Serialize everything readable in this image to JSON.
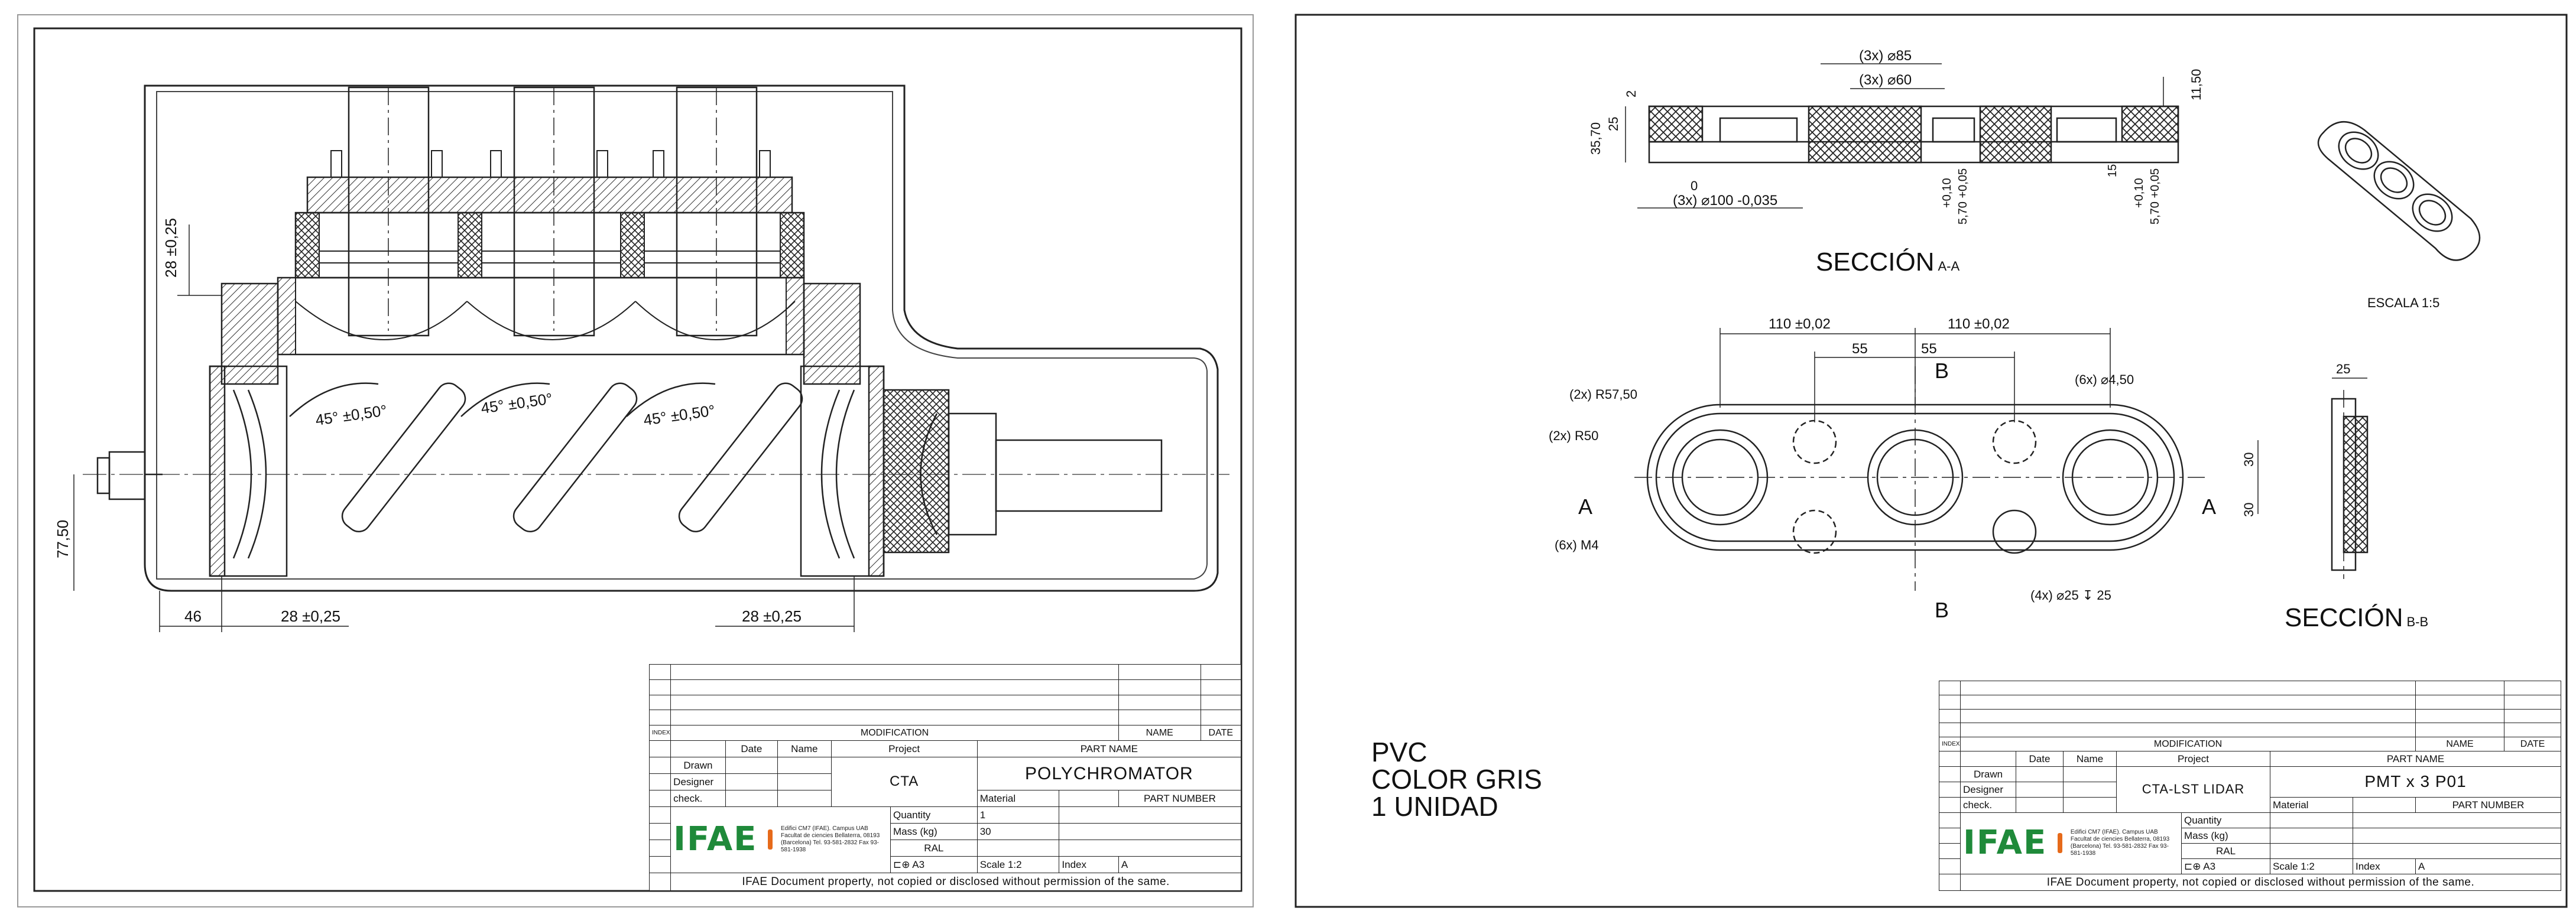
{
  "sheet1": {
    "dims": {
      "d1": "28 ±0,25",
      "d2": "77,50",
      "d3": "46",
      "d4": "28 ±0,25",
      "d5": "28 ±0,25",
      "angle": "45° ±0,50°"
    },
    "title_block": {
      "header": {
        "index": "INDEX",
        "modification": "MODIFICATION",
        "name": "NAME",
        "date": "DATE"
      },
      "col_date": "Date",
      "col_name": "Name",
      "col_project": "Project",
      "col_part_name": "PART NAME",
      "drawn": "Drawn",
      "designer": "Designer",
      "check": "check.",
      "project": "CTA",
      "part_name": "POLYCHROMATOR",
      "material_label": "Material",
      "part_number_label": "PART NUMBER",
      "quantity_label": "Quantity",
      "quantity": "1",
      "mass_label": "Mass (kg)",
      "mass": "30",
      "ral_label": "RAL",
      "sheet_size": "A3",
      "scale": "Scale 1:2",
      "index_label": "Index",
      "index_value": "A",
      "logo": "IFAE",
      "address": "Edifici CM7 (IFAE). Campus UAB Facultat de ciencies Bellaterra, 08193 (Barcelona) Tel. 93-581-2832 Fax 93-581-1938",
      "footer": "IFAE Document property, not copied or disclosed without permission of the same."
    }
  },
  "sheet2": {
    "section_aa_title": "SECCIÓN",
    "section_aa_sub": "A-A",
    "section_bb_title": "SECCIÓN",
    "section_bb_sub": "B-B",
    "scale_note": "ESCALA 1:5",
    "dims": {
      "d85": "(3x) ⌀85",
      "d60": "(3x) ⌀60",
      "d2": "2",
      "d25": "25",
      "d3570": "35,70",
      "d1150": "11,50",
      "d100": "(3x) ⌀100 -0,035",
      "d0": "0",
      "tol1": "+0,10",
      "tol2": "5,70 +0,05",
      "d15": "15",
      "w110a": "110 ±0,02",
      "w110b": "110 ±0,02",
      "w55a": "55",
      "w55b": "55",
      "r5750": "(2x) R57,50",
      "r50": "(2x) R50",
      "m4": "(6x) M4",
      "d450": "(6x) ⌀4,50",
      "d25b": "(4x) ⌀25 ↧ 25",
      "h30a": "30",
      "h30b": "30",
      "bb25": "25",
      "A": "A",
      "B": "B"
    },
    "notes": [
      "PVC",
      "COLOR GRIS",
      "1 UNIDAD"
    ],
    "title_block": {
      "header": {
        "index": "INDEX",
        "modification": "MODIFICATION",
        "name": "NAME",
        "date": "DATE"
      },
      "col_date": "Date",
      "col_name": "Name",
      "col_project": "Project",
      "col_part_name": "PART NAME",
      "drawn": "Drawn",
      "designer": "Designer",
      "check": "check.",
      "project": "CTA-LST LIDAR",
      "part_name": "PMT x 3 P01",
      "material_label": "Material",
      "part_number_label": "PART NUMBER",
      "quantity_label": "Quantity",
      "quantity": "",
      "mass_label": "Mass (kg)",
      "mass": "",
      "ral_label": "RAL",
      "sheet_size": "A3",
      "scale": "Scale 1:2",
      "index_label": "Index",
      "index_value": "A",
      "logo": "IFAE",
      "address": "Edifici CM7 (IFAE). Campus UAB Facultat de ciencies Bellaterra, 08193 (Barcelona) Tel. 93-581-2832 Fax 93-581-1938",
      "footer": "IFAE Document property, not copied or disclosed without permission of the same."
    }
  }
}
